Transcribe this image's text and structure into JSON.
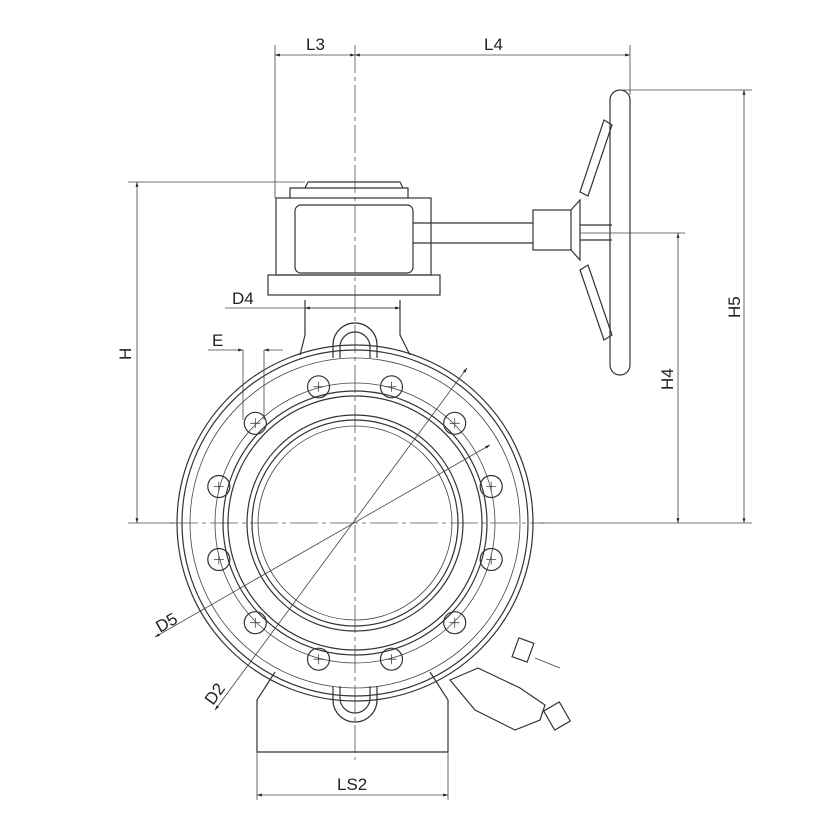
{
  "labels": {
    "L3": "L3",
    "L4": "L4",
    "H": "H",
    "H4": "H4",
    "H5": "H5",
    "D4": "D4",
    "E": "E",
    "D5": "D5",
    "D2": "D2",
    "LS2": "LS2"
  },
  "colors": {
    "line": "#333333",
    "background": "#ffffff"
  }
}
